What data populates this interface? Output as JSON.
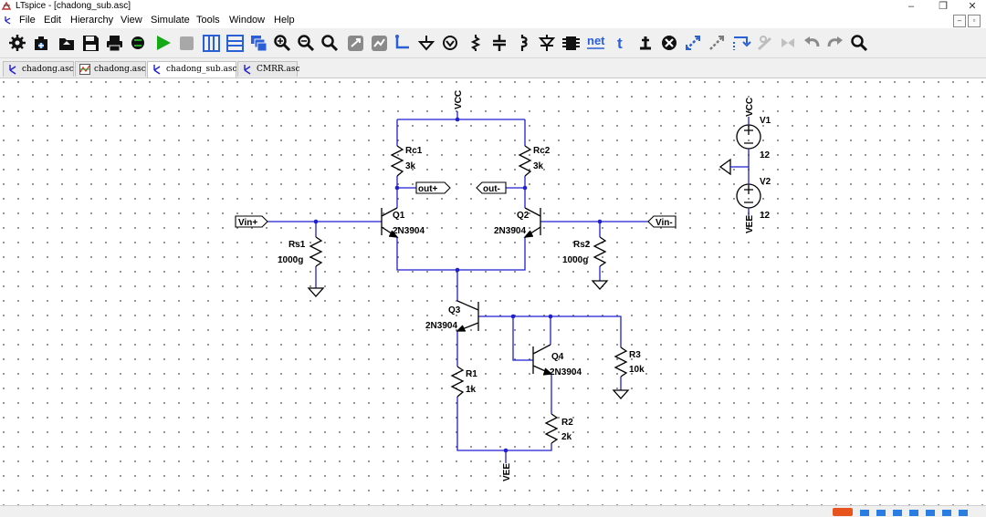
{
  "window": {
    "title": "LTspice - [chadong_sub.asc]",
    "minimize": "–",
    "restore": "❐",
    "close": "✕"
  },
  "menu": {
    "items": [
      {
        "label": "File"
      },
      {
        "label": "Edit"
      },
      {
        "label": "Hierarchy"
      },
      {
        "label": "View"
      },
      {
        "label": "Simulate"
      },
      {
        "label": "Tools"
      },
      {
        "label": "Window"
      },
      {
        "label": "Help"
      }
    ],
    "mdi_min": "–",
    "mdi_restore": "▫"
  },
  "toolbar": {
    "net_label": "net",
    "t_label": "t",
    "icons": [
      "settings-icon",
      "open-icon",
      "open-folder-icon",
      "save-icon",
      "print-icon",
      "control-panel-icon",
      "run-icon",
      "halt-icon",
      "tile-vertical-icon",
      "tile-horizontal-icon",
      "cascade-icon",
      "zoom-in-icon",
      "zoom-out-icon",
      "zoom-fit-icon",
      "zoom-back-icon",
      "autoscale-icon",
      "wire-icon",
      "ground-icon",
      "label-icon",
      "resistor-icon",
      "capacitor-icon",
      "inductor-icon",
      "diode-icon",
      "component-icon",
      "net-label-icon",
      "text-icon",
      "spice-directive-icon",
      "delete-icon",
      "move-icon",
      "drag-icon",
      "rotate-icon",
      "mirror-icon",
      "undo-icon",
      "redo-icon",
      "find-icon"
    ]
  },
  "tabs": [
    {
      "label": "chadong.asc",
      "icon": "schematic-icon",
      "active": false
    },
    {
      "label": "chadong.asc",
      "icon": "waveform-icon",
      "active": false
    },
    {
      "label": "chadong_sub.asc",
      "icon": "schematic-icon",
      "active": true
    },
    {
      "label": "CMRR.asc",
      "icon": "schematic-icon",
      "active": false
    }
  ],
  "schematic": {
    "vcc_top": "VCC",
    "vee_bottom": "VEE",
    "rc1": {
      "name": "Rc1",
      "value": "3k"
    },
    "rc2": {
      "name": "Rc2",
      "value": "3k"
    },
    "rs1": {
      "name": "Rs1",
      "value": "1000g"
    },
    "rs2": {
      "name": "Rs2",
      "value": "1000g"
    },
    "q1": {
      "name": "Q1",
      "model": "2N3904"
    },
    "q2": {
      "name": "Q2",
      "model": "2N3904"
    },
    "q3": {
      "name": "Q3",
      "model": "2N3904"
    },
    "q4": {
      "name": "Q4",
      "model": "2N3904"
    },
    "r1": {
      "name": "R1",
      "value": "1k"
    },
    "r2": {
      "name": "R2",
      "value": "2k"
    },
    "r3": {
      "name": "R3",
      "value": "10k"
    },
    "v1": {
      "name": "V1",
      "value": "12",
      "net": "VCC"
    },
    "v2": {
      "name": "V2",
      "value": "12",
      "net": "VEE"
    },
    "labels": {
      "out_plus": "out+",
      "out_minus": "out-",
      "vin_plus": "Vin+",
      "vin_minus": "Vin-"
    },
    "wire_color": "#1f1fd1",
    "component_color": "#000000"
  },
  "statusbar": {
    "badge_color": "#e8541e"
  }
}
